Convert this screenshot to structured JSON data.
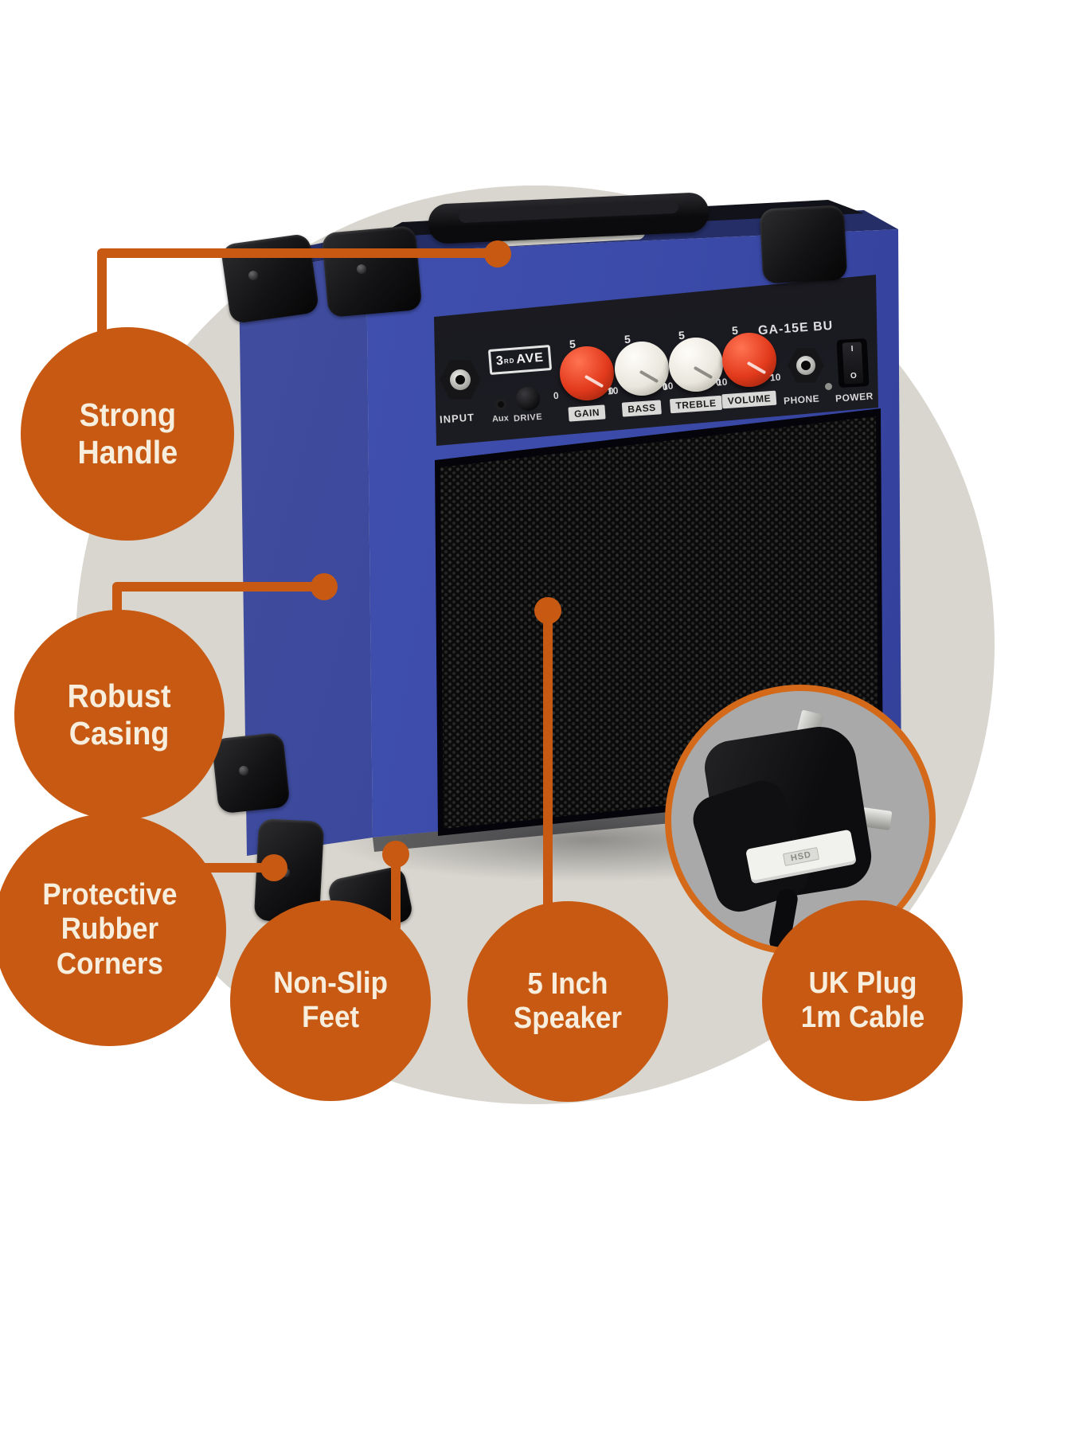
{
  "colors": {
    "accent_orange": "#c75913",
    "backdrop_circle_gray": "#d8d6ce",
    "amp_blue": "#3b4aa8",
    "plug_ring_orange": "#d4691a",
    "callout_text_cream": "#f7eedd",
    "knob_red": "#e23a1c",
    "knob_white": "#e9e6dd"
  },
  "callouts": [
    {
      "id": "strong-handle",
      "line1": "Strong",
      "line2": "Handle"
    },
    {
      "id": "robust-casing",
      "line1": "Robust",
      "line2": "Casing"
    },
    {
      "id": "protective-rubber-corners",
      "line1": "Protective",
      "line2": "Rubber",
      "line3": "Corners"
    },
    {
      "id": "non-slip-feet",
      "line1": "Non-Slip",
      "line2": "Feet"
    },
    {
      "id": "five-inch-speaker",
      "line1": "5 Inch",
      "line2": "Speaker"
    },
    {
      "id": "uk-plug-cable",
      "line1": "UK Plug",
      "line2": "1m Cable"
    }
  ],
  "amp": {
    "brand": {
      "digit": "3",
      "ordinal": "RD",
      "word": "AVE"
    },
    "model": "GA-15E BU",
    "labels": {
      "input": "INPUT",
      "aux": "Aux",
      "drive": "DRIVE",
      "phone": "PHONE",
      "power": "POWER"
    },
    "knobs": [
      {
        "label": "GAIN",
        "color": "red"
      },
      {
        "label": "BASS",
        "color": "white"
      },
      {
        "label": "TREBLE",
        "color": "white"
      },
      {
        "label": "VOLUME",
        "color": "red"
      }
    ],
    "knob_scale": {
      "top": "5",
      "min": "0",
      "max": "10"
    },
    "power_switch": {
      "on": "I",
      "off": "O"
    }
  },
  "plug": {
    "fuse_label": "HSD"
  }
}
